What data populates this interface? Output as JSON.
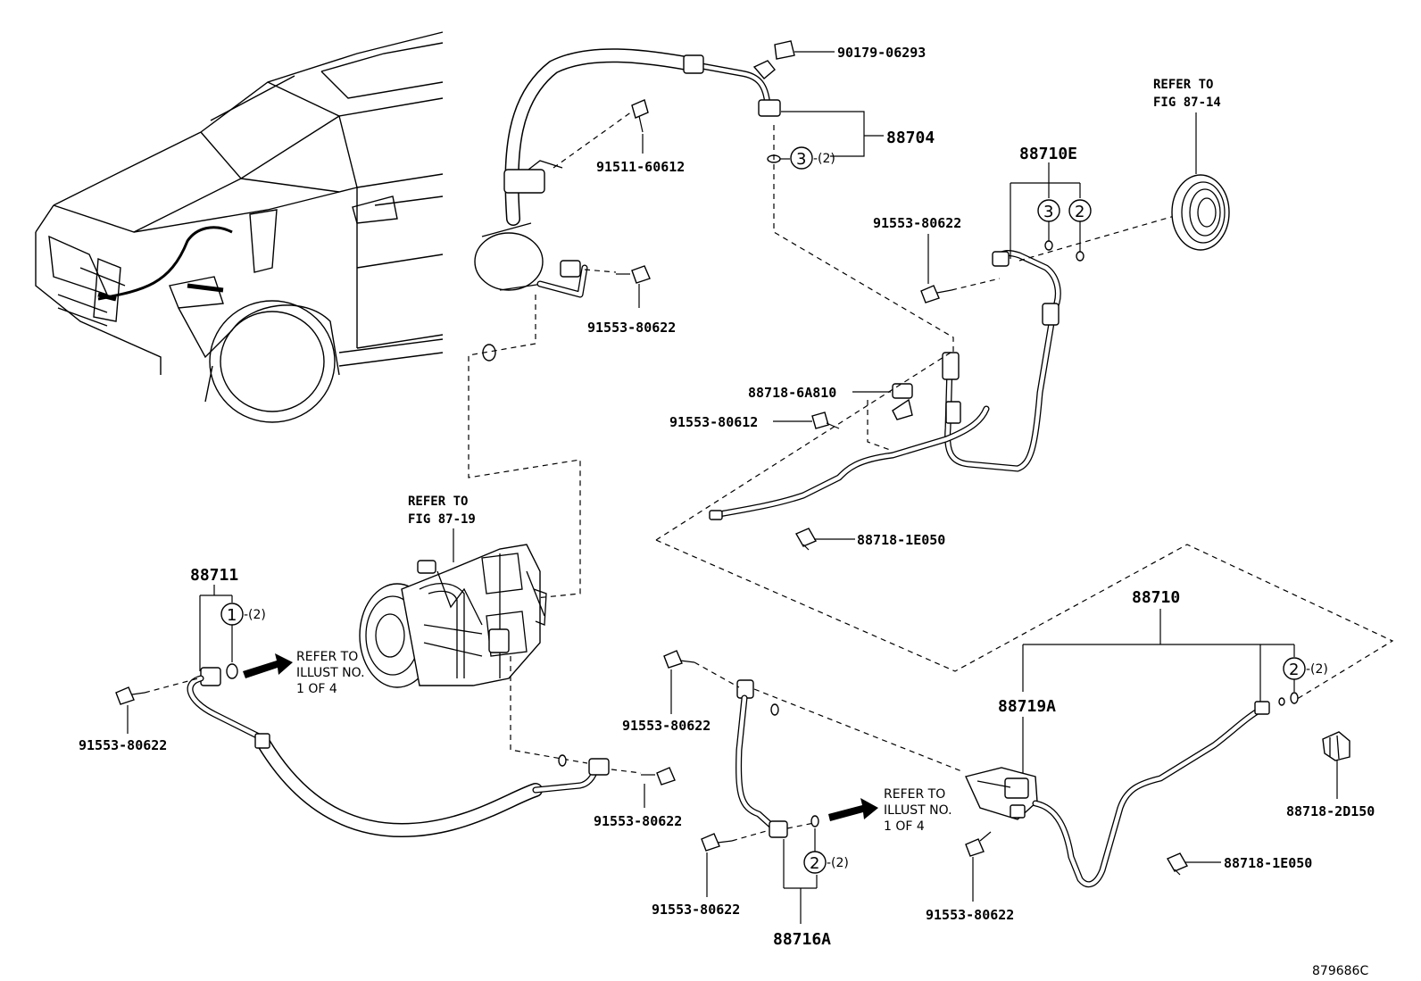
{
  "labels": {
    "p90179": "90179-06293",
    "p88704": "88704",
    "p91511": "91511-60612",
    "p91553_a": "91553-80622",
    "p88710e": "88710E",
    "p91553_b": "91553-80622",
    "p88718_6a": "88718-6A810",
    "p91553_c": "91553-80612",
    "p88718_1e_a": "88718-1E050",
    "p88711": "88711",
    "p91553_d": "91553-80622",
    "p91553_e": "91553-80622",
    "p91553_f": "91553-80622",
    "p88710": "88710",
    "p88719a": "88719A",
    "p88718_2d": "88718-2D150",
    "p88718_1e_b": "88718-1E050",
    "p91553_g": "91553-80622",
    "p91553_h": "91553-80622",
    "p88716a": "88716A"
  },
  "references": {
    "fig8714_line1": "REFER TO",
    "fig8714_line2": "FIG 87-14",
    "fig8719_line1": "REFER TO",
    "fig8719_line2": "FIG 87-19",
    "illust_a_line1": "REFER TO",
    "illust_a_line2": "ILLUST NO.",
    "illust_a_line3": "1 OF 4",
    "illust_b_line1": "REFER TO",
    "illust_b_line2": "ILLUST NO.",
    "illust_b_line3": "1 OF 4"
  },
  "callouts": {
    "c3_88704": "3",
    "q_88704": "-(2)",
    "c3_88710e": "3",
    "c2_88710e": "2",
    "c1_88711": "1",
    "q_88711": "-(2)",
    "c2_88710": "2",
    "q_88710": "-(2)",
    "c2_88716a": "2",
    "q_88716a": "-(2)"
  },
  "figure_code": "879686C"
}
